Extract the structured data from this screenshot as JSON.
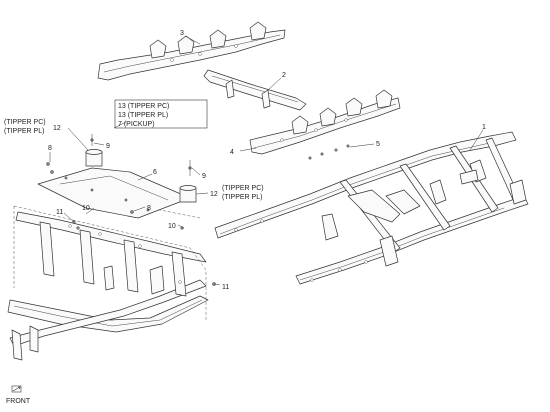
{
  "callouts": {
    "c1": "1",
    "c2": "2",
    "c3": "3",
    "c4": "4",
    "c5": "5",
    "c6": "6",
    "c8a": "8",
    "c8b": "8",
    "c9a": "9",
    "c9b": "9",
    "c10a": "10",
    "c10b": "10",
    "c11a": "11",
    "c11b": "11",
    "c12a": "12",
    "c12b": "12"
  },
  "notes": {
    "left_line1": "(TIPPER PC)",
    "left_line2": "(TIPPER PL)",
    "box_line1": "13  (TIPPER PC)",
    "box_line2": "13  (TIPPER PL)",
    "box_line3": "7    (PICKUP)",
    "right_line1": "(TIPPER PC)",
    "right_line2": "(TIPPER PL)"
  },
  "front_label": "FRONT",
  "icons": {
    "front": "front-arrow-icon"
  }
}
